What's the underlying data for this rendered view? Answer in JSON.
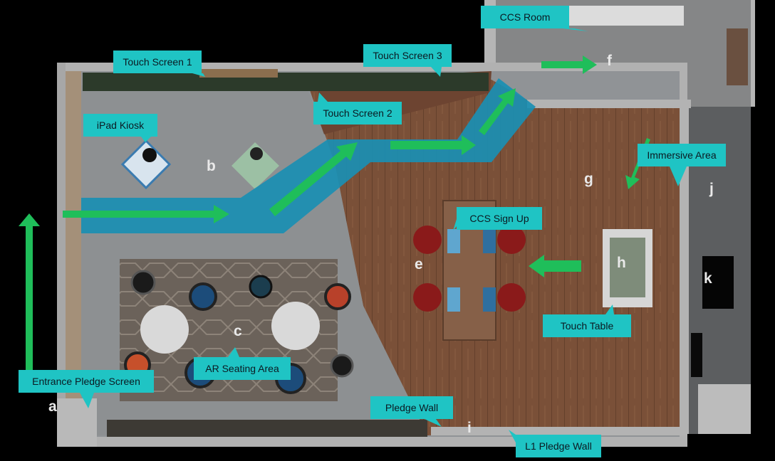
{
  "colors": {
    "background": "#000000",
    "callout": "#1fc4c4",
    "path": "#1a8fb3",
    "arrow": "#1fbe5a",
    "wood": "#7a5038",
    "floor": "#8a8d8f",
    "wall": "#b9b9b9"
  },
  "callouts": {
    "touch_screen_1": "Touch Screen 1",
    "touch_screen_2": "Touch Screen 2",
    "touch_screen_3": "Touch Screen 3",
    "ccs_room": "CCS Room",
    "ipad_kiosk": "iPad Kiosk",
    "immersive_area": "Immersive Area",
    "ccs_sign_up": "CCS Sign Up",
    "touch_table": "Touch Table",
    "ar_seating_area": "AR Seating Area",
    "entrance_pledge_screen": "Entrance Pledge Screen",
    "pledge_wall": "Pledge Wall",
    "l1_pledge_wall": "L1 Pledge Wall"
  },
  "zones": {
    "a": "a",
    "b": "b",
    "c": "c",
    "e": "e",
    "f": "f",
    "g": "g",
    "h": "h",
    "i": "i",
    "j": "j",
    "k": "k"
  }
}
